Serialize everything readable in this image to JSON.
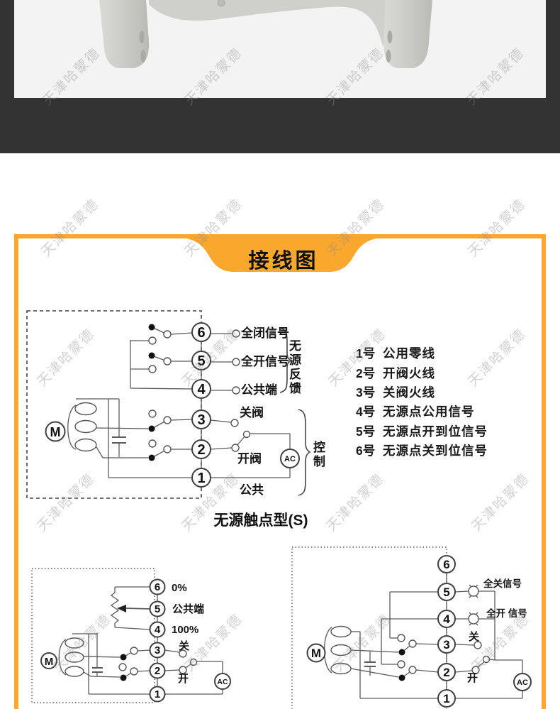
{
  "watermark": {
    "text": "天津哈蒙德"
  },
  "banner": {
    "title": "接线图"
  },
  "legend": {
    "items": [
      {
        "num": "1号",
        "label": "公用零线"
      },
      {
        "num": "2号",
        "label": "开阀火线"
      },
      {
        "num": "3号",
        "label": "关阀火线"
      },
      {
        "num": "4号",
        "label": "无源点公用信号"
      },
      {
        "num": "5号",
        "label": "无源点开到位信号"
      },
      {
        "num": "6号",
        "label": "无源点关到位信号"
      }
    ]
  },
  "diagram_top": {
    "terminals": [
      "6",
      "5",
      "4",
      "3",
      "2",
      "1"
    ],
    "motor": "M",
    "ac": "AC",
    "label_t6": "全闭信号",
    "label_t5": "全开信号",
    "label_t4": "公共端",
    "label_t3": "关阀",
    "label_t2": "开阀",
    "label_t1": "公共",
    "bracket_feedback": "无源反馈",
    "bracket_control": "控制",
    "caption": "无源触点型(S)"
  },
  "diagram_bottom_left": {
    "terminals": [
      "6",
      "5",
      "4",
      "3",
      "2",
      "1"
    ],
    "motor": "M",
    "ac": "AC",
    "label_t6": "0%",
    "label_t5": "公共端",
    "label_t4": "100%",
    "label_t3": "关",
    "label_t2": "开"
  },
  "diagram_bottom_right": {
    "terminals": [
      "6",
      "5",
      "4",
      "3",
      "2",
      "1"
    ],
    "motor": "M",
    "ac": "AC",
    "label_t5": "全关信号",
    "label_t4": "全开 信号",
    "label_t3": "关",
    "label_t2": "开"
  },
  "colors": {
    "accent_orange": "#FAA72E",
    "hero_bg": "#333333",
    "photo_bg": "#f3f3f3"
  }
}
